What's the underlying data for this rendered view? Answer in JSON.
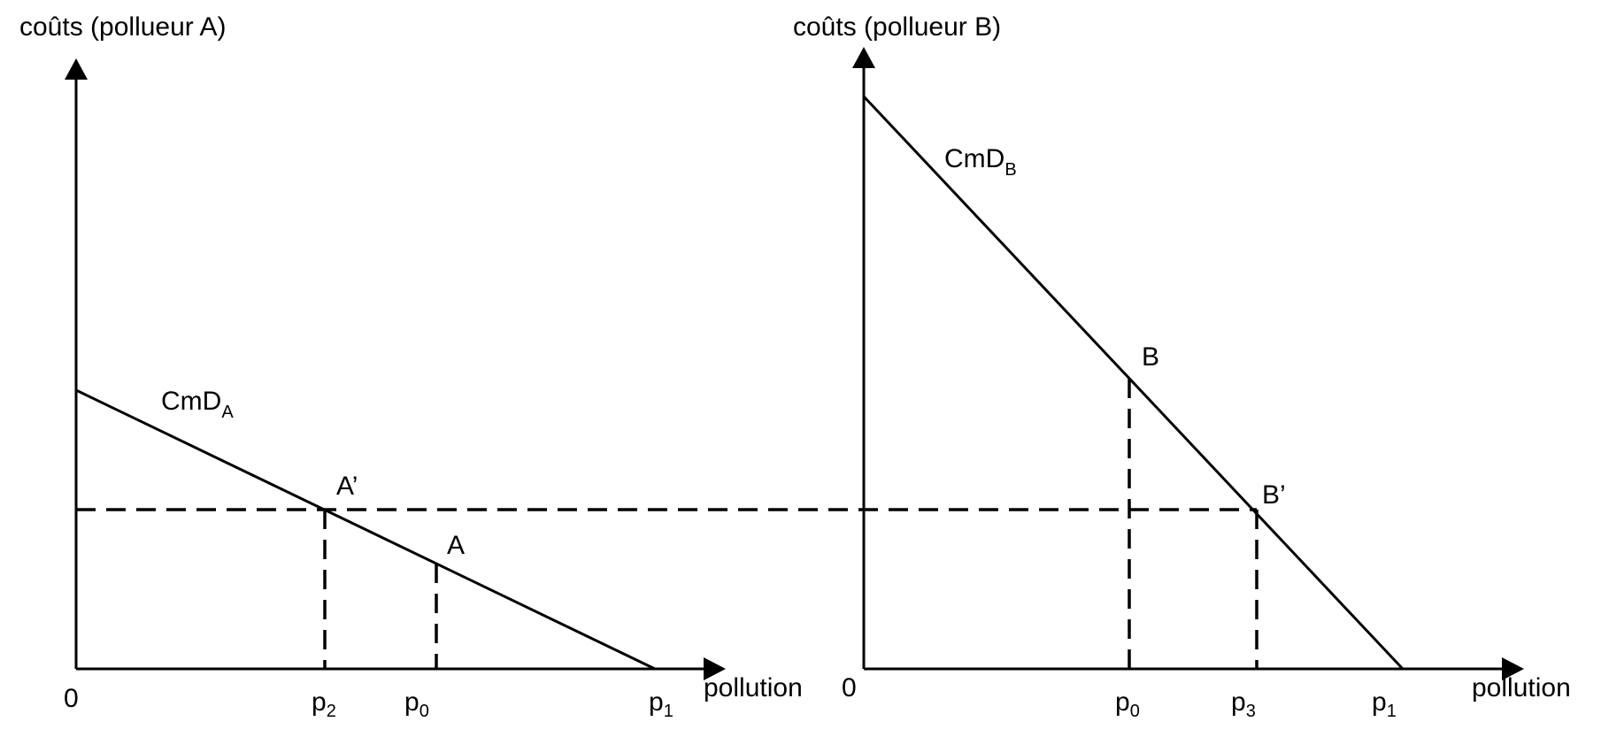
{
  "panel_a": {
    "y_axis_title": "coûts (pollueur A)",
    "x_axis_title": "pollution",
    "origin": "0",
    "curve": {
      "base": "CmD",
      "sub": "A"
    },
    "points": {
      "a_prime": "A’",
      "a": "A"
    },
    "ticks": [
      {
        "base": "p",
        "sub": "2"
      },
      {
        "base": "p",
        "sub": "0"
      },
      {
        "base": "p",
        "sub": "1"
      }
    ]
  },
  "panel_b": {
    "y_axis_title": "coûts (pollueur B)",
    "x_axis_title": "pollution",
    "origin": "0",
    "curve": {
      "base": "CmD",
      "sub": "B"
    },
    "points": {
      "b": "B",
      "b_prime": "B’"
    },
    "ticks": [
      {
        "base": "p",
        "sub": "0"
      },
      {
        "base": "p",
        "sub": "3"
      },
      {
        "base": "p",
        "sub": "1"
      }
    ]
  },
  "colors": {
    "line": "#000000",
    "background": "#ffffff"
  }
}
